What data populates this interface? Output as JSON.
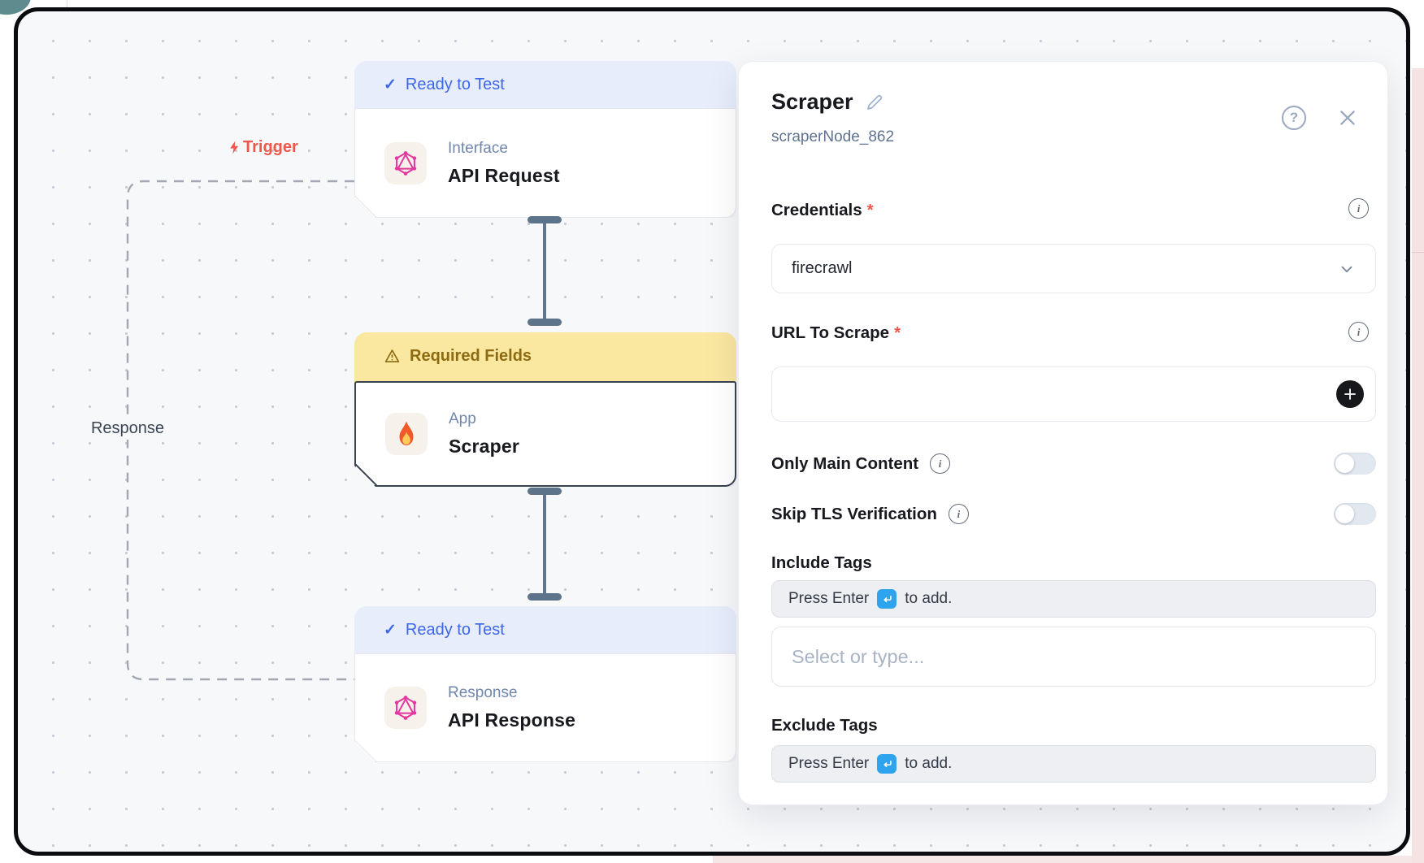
{
  "icons": {
    "check": "✓",
    "question_mark": "?",
    "info": "i",
    "required_asterisk": "*"
  },
  "canvas": {
    "trigger_label": "Trigger",
    "response_label": "Response",
    "nodes": [
      {
        "status": "Ready to Test",
        "type_label": "Interface",
        "title": "API Request"
      },
      {
        "status": "Required Fields",
        "type_label": "App",
        "title": "Scraper"
      },
      {
        "status": "Ready to Test",
        "type_label": "Response",
        "title": "API Response"
      }
    ]
  },
  "panel": {
    "title": "Scraper",
    "node_id": "scraperNode_862",
    "credentials": {
      "label": "Credentials",
      "required": true,
      "value": "firecrawl"
    },
    "url": {
      "label": "URL To Scrape",
      "required": true,
      "value": ""
    },
    "toggles": [
      {
        "label": "Only Main Content",
        "enabled": false
      },
      {
        "label": "Skip TLS Verification",
        "enabled": false
      }
    ],
    "include_tags": {
      "label": "Include Tags",
      "hint_prefix": "Press Enter",
      "hint_suffix": "to add.",
      "placeholder": "Select or type..."
    },
    "exclude_tags": {
      "label": "Exclude Tags",
      "hint_prefix": "Press Enter",
      "hint_suffix": "to add."
    }
  },
  "colors": {
    "canvas_bg": "#f7f8fa",
    "badge_ready_bg": "#e7edfb",
    "badge_ready_text": "#3d66eb",
    "badge_warning_bg": "#fae7a0",
    "badge_warning_text": "#8e6b10",
    "trigger_red": "#f0564a",
    "graphql_pink": "#e5359f",
    "connector_slate": "#5c7389",
    "enter_key_blue": "#2fa4ee",
    "selected_border": "#39424f"
  }
}
